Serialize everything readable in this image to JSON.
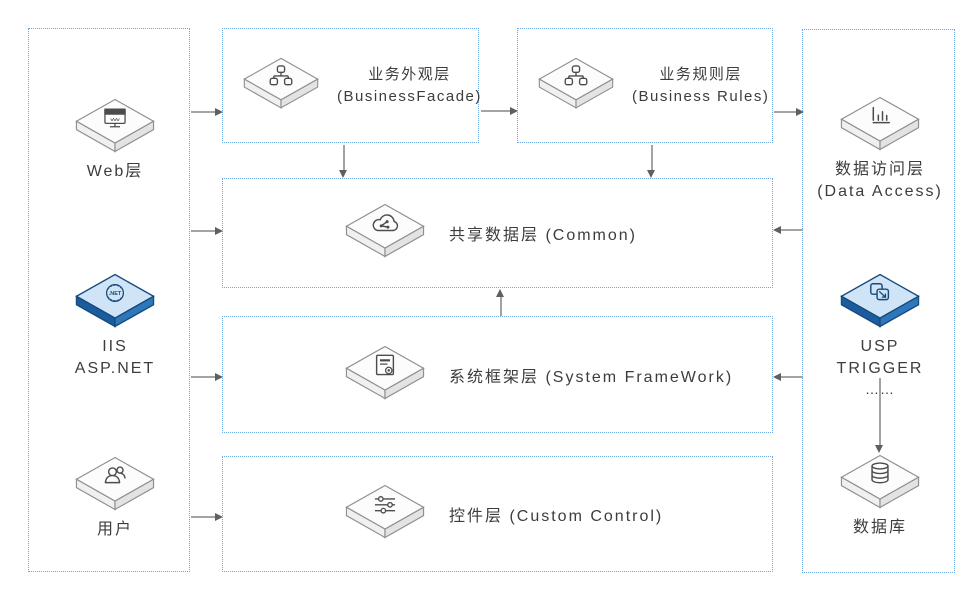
{
  "diagram": {
    "type": "layered-architecture",
    "colors": {
      "background": "#ffffff",
      "dashed_border": "#6ca6dd",
      "arrow_shaft": "#a3a3a3",
      "arrow_head": "#5f5f5f",
      "text": "#3d3d3d",
      "white_icon_top": "#fcfcfc",
      "white_icon_stroke": "#8f8f8f",
      "blue_icon_top": "#cfe4f6",
      "blue_icon_side_left": "#1a5c9e",
      "blue_icon_side_right": "#2e77bb",
      "blue_icon_stroke": "#164a7c"
    },
    "nodes": {
      "web_layer": {
        "label": "Web层",
        "icon": "browser-www-icon"
      },
      "iis": {
        "line1": "IIS",
        "line2": "ASP.NET",
        "icon": "dotnet-globe-icon"
      },
      "user": {
        "label": "用户",
        "icon": "person-icon"
      },
      "business_facade": {
        "title": "业务外观层",
        "subtitle": "(BusinessFacade)",
        "icon": "sitemap-icon"
      },
      "business_rules": {
        "title": "业务规则层",
        "subtitle": "(Business Rules)",
        "icon": "sitemap-icon"
      },
      "data_access": {
        "title": "数据访问层",
        "subtitle": "(Data Access)",
        "icon": "bar-chart-icon"
      },
      "usp_trigger": {
        "line1": "USP",
        "line2": "TRIGGER",
        "line3": "……",
        "icon": "transfer-squares-icon"
      },
      "database": {
        "label": "数据库",
        "icon": "database-cylinder-icon"
      },
      "common_layer": {
        "label": "共享数据层 (Common)",
        "icon": "cloud-share-icon"
      },
      "system_framework": {
        "label": "系统框架层 (System FrameWork)",
        "icon": "document-seal-icon"
      },
      "custom_control": {
        "label": "控件层 (Custom Control)",
        "icon": "sliders-icon"
      }
    },
    "edges": [
      "web_layer -> business_facade",
      "business_facade -> business_rules",
      "business_rules -> data_access",
      "business_facade -> common_layer",
      "business_rules -> common_layer",
      "iis -> common_layer",
      "iis -> system_framework",
      "user -> custom_control",
      "data_access -> common_layer",
      "usp_trigger -> system_framework",
      "system_framework -> common_layer",
      "usp_trigger -> database"
    ]
  }
}
